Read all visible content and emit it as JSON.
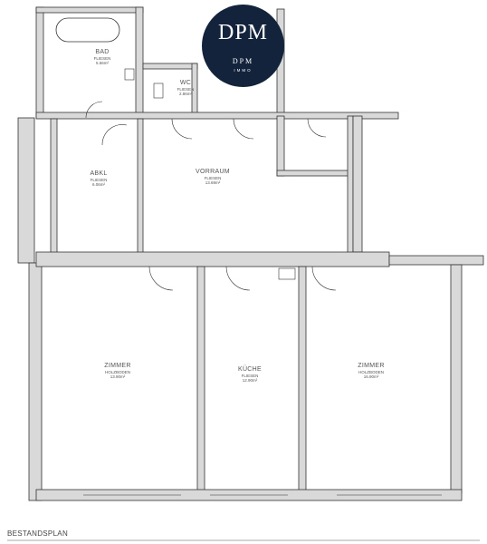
{
  "logo": {
    "mark": "DPM",
    "name": "DPM",
    "sub": "IMMO"
  },
  "plan_title": "BESTANDSPLAN",
  "rooms": {
    "bad": {
      "name": "BAD",
      "floor": "FLIESEN",
      "area": "5.56m²"
    },
    "wc": {
      "name": "WC",
      "floor": "FLIESEN",
      "area": "2.86m²"
    },
    "abstell": {
      "name": "ABKL",
      "floor": "FLIESEN",
      "area": "6.06m²"
    },
    "vorraum": {
      "name": "VORRAUM",
      "floor": "FLIESEN",
      "area": "13.69m²"
    },
    "zimmer1": {
      "name": "ZIMMER",
      "floor": "HOLZBODEN",
      "area": "13.90m²"
    },
    "kueche": {
      "name": "KÜCHE",
      "floor": "FLIESEN",
      "area": "12.90m²"
    },
    "zimmer2": {
      "name": "ZIMMER",
      "floor": "HOLZBODEN",
      "area": "16.90m²"
    }
  }
}
